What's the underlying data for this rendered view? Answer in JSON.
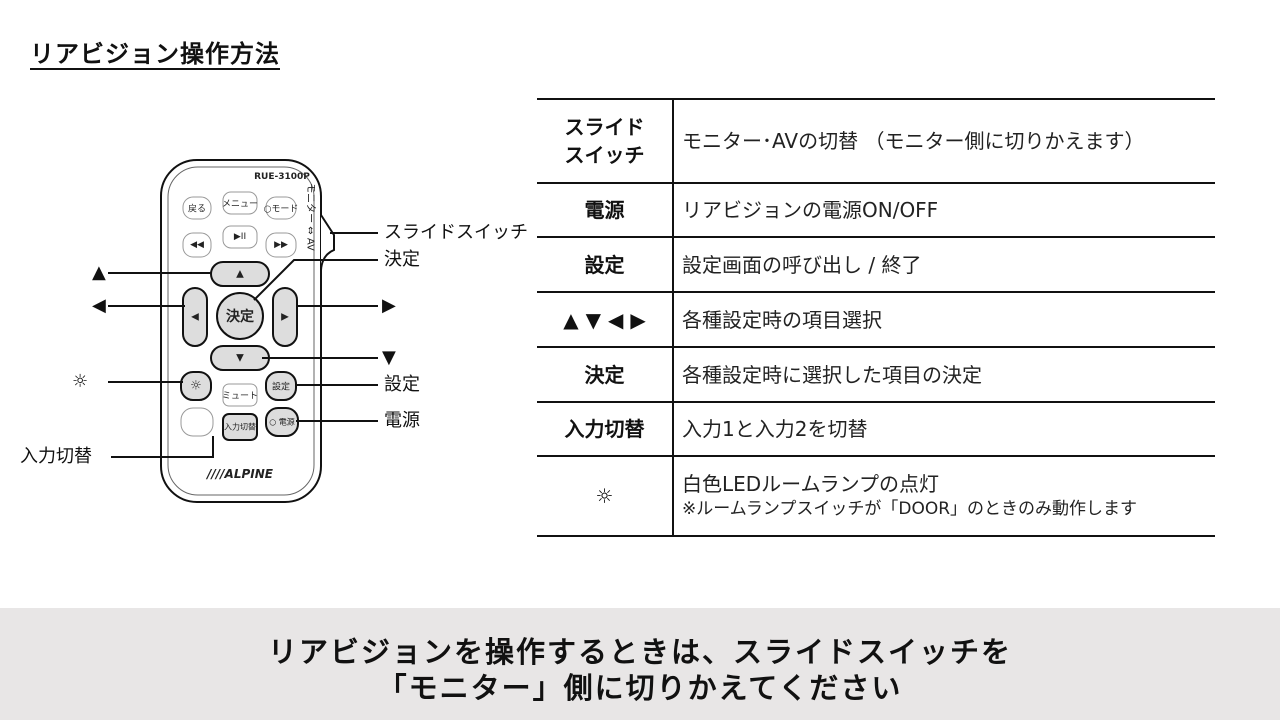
{
  "page_title": "リアビジョン操作方法",
  "remote": {
    "model": "RUE-3100P",
    "brand": "////ALPINE",
    "switch_label": "モニター ⇔ AV",
    "buttons": {
      "back": "戻る",
      "menu": "メニュー",
      "mode": "○モード",
      "rew": "◀◀",
      "play": "▶II",
      "ff": "▶▶",
      "up": "▲",
      "left": "◀",
      "enter": "決定",
      "right": "▶",
      "down": "▼",
      "lamp": "☼",
      "mute": "ミュート",
      "settings": "設定",
      "input": "入力切替",
      "power": "○ 電源"
    },
    "callouts": {
      "up": "▲",
      "left": "◀",
      "right": "▶",
      "down": "▼",
      "lamp": "☼",
      "input": "入力切替",
      "slide": "スライドスイッチ",
      "enter": "決定",
      "settings": "設定",
      "power": "電源"
    }
  },
  "table": {
    "rows": [
      {
        "key_line1": "スライド",
        "key_line2": "スイッチ",
        "desc": "モニター･AVの切替 （モニター側に切りかえます）"
      },
      {
        "key": "電源",
        "desc": "リアビジョンの電源ON/OFF"
      },
      {
        "key": "設定",
        "desc": "設定画面の呼び出し / 終了"
      },
      {
        "key": "▲ ▼ ◀ ▶",
        "desc": "各種設定時の項目選択"
      },
      {
        "key": "決定",
        "desc": "各種設定時に選択した項目の決定"
      },
      {
        "key": "入力切替",
        "desc": "入力1と入力2を切替"
      },
      {
        "key": "☼",
        "desc": "白色LEDルームランプの点灯",
        "note": "※ルームランプスイッチが「DOOR」のときのみ動作します"
      }
    ]
  },
  "banner": {
    "line1": "リアビジョンを操作するときは、スライドスイッチを",
    "line2": "「モニター」側に切りかえてください"
  }
}
